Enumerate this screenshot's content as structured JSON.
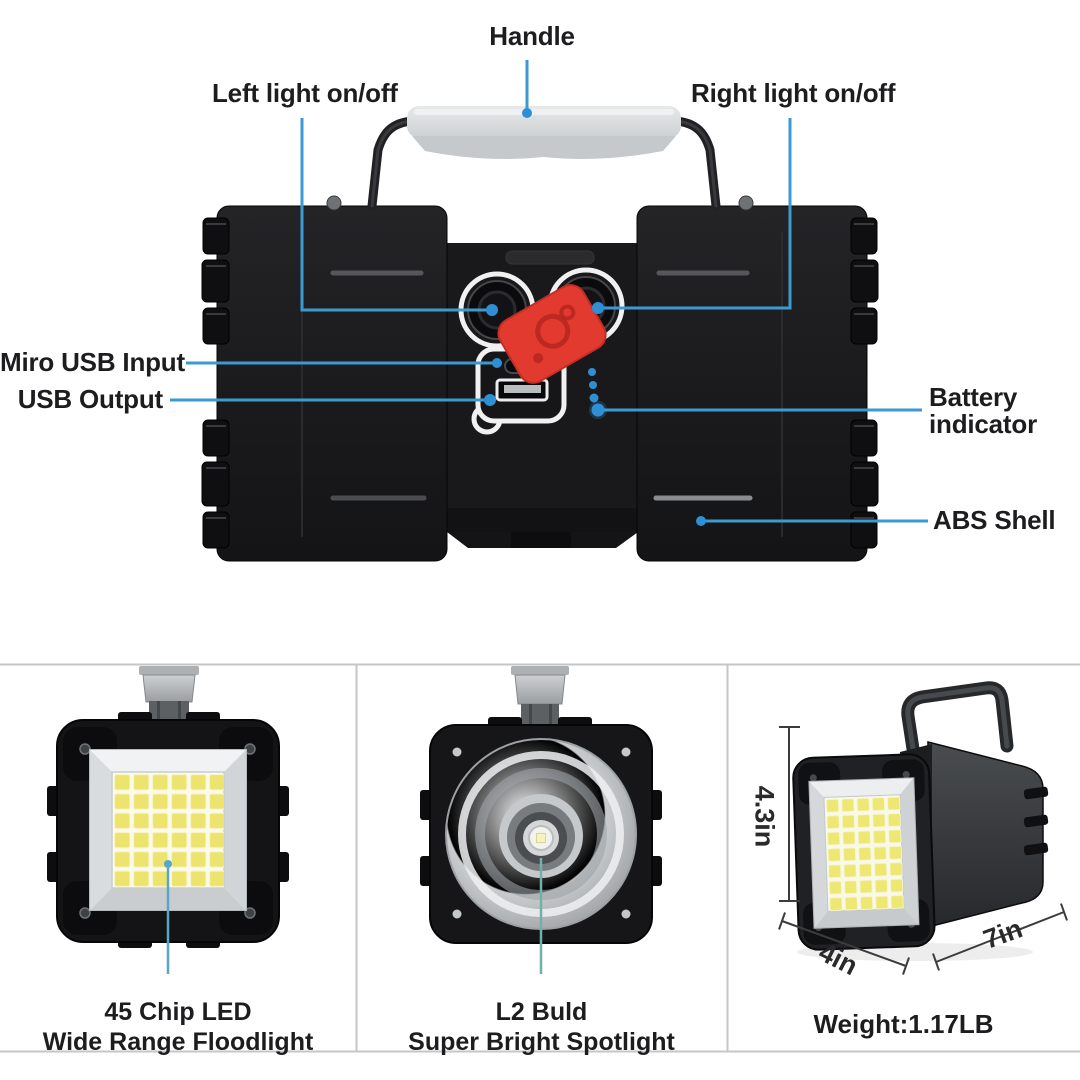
{
  "top_diagram": {
    "labels": {
      "handle": "Handle",
      "left_light": "Left light on/off",
      "right_light": "Right light on/off",
      "miro_usb_input": "Miro USB Input",
      "usb_output": "USB Output",
      "battery_indicator": "Battery indicator",
      "abs_shell": "ABS Shell"
    }
  },
  "panels": {
    "floodlight": {
      "line1": "45 Chip LED",
      "line2": "Wide Range Floodlight"
    },
    "spotlight": {
      "line1": "L2 Buld",
      "line2": "Super Bright Spotlight"
    },
    "dimensions": {
      "height": "4.3in",
      "width": "4in",
      "depth": "7in",
      "weight": "Weight:1.17LB"
    }
  },
  "colors": {
    "leader_blue": "#3d9ad1",
    "floodlight_leader": "#58a6c8",
    "spotlight_leader": "#72b0aa",
    "indicator_led_blue": "#2f8fd4",
    "brand_tag_red": "#e23a2e",
    "led_panel_yellow": "#ede671",
    "label_text": "#1d1d1f",
    "device_black": "#1b1b1d"
  }
}
